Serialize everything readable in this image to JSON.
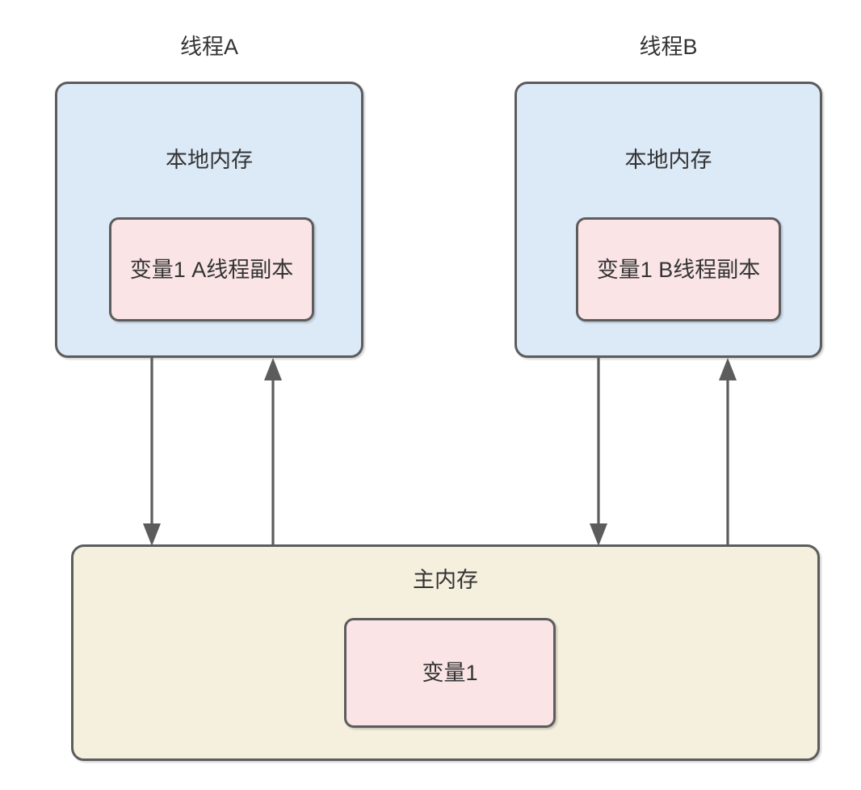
{
  "diagram": {
    "title": "Java memory model: thread local memory vs main memory",
    "background_color": "#ffffff",
    "stroke_color": "#5c5c5c",
    "text_color": "#333333",
    "palette": {
      "thread_fill": "#dce9f7",
      "variable_fill": "#fae4e5",
      "main_memory_fill": "#f5efdd"
    }
  },
  "threads": [
    {
      "caption": "线程A",
      "local_memory_title": "本地内存",
      "variable_label": "变量1 A线程副本"
    },
    {
      "caption": "线程B",
      "local_memory_title": "本地内存",
      "variable_label": "变量1 B线程副本"
    }
  ],
  "main_memory": {
    "title": "主内存",
    "variable_label": "变量1"
  },
  "arrows": [
    {
      "name": "thread-a-write-to-main",
      "direction": "down",
      "from": "线程A 本地内存",
      "to": "主内存"
    },
    {
      "name": "thread-a-read-from-main",
      "direction": "up",
      "from": "主内存",
      "to": "线程A 本地内存"
    },
    {
      "name": "thread-b-write-to-main",
      "direction": "down",
      "from": "线程B 本地内存",
      "to": "主内存"
    },
    {
      "name": "thread-b-read-from-main",
      "direction": "up",
      "from": "主内存",
      "to": "线程B 本地内存"
    }
  ]
}
